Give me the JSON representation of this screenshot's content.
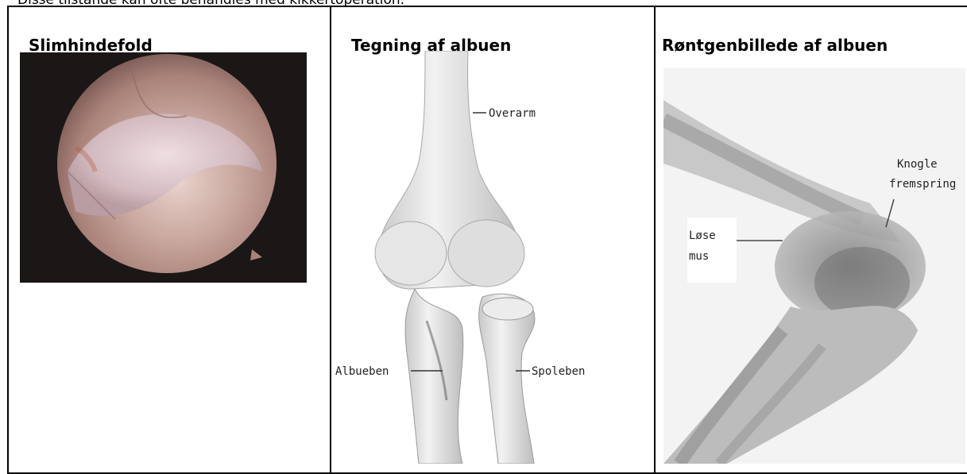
{
  "intro_text": "Disse tilstande kan ofte behandles med kikkertoperation.",
  "panels": [
    {
      "caption": "Slimhindefold"
    },
    {
      "caption": "Tegning af albuen",
      "labels": {
        "upper_arm": "Overarm",
        "ulna": "Albueben",
        "radius": "Spoleben"
      }
    },
    {
      "caption": "Røntgenbillede af albuen",
      "labels": {
        "loose_body_1": "Løse",
        "loose_body_2": "mus",
        "spur_1": "Knogle",
        "spur_2": "fremspring"
      }
    }
  ]
}
